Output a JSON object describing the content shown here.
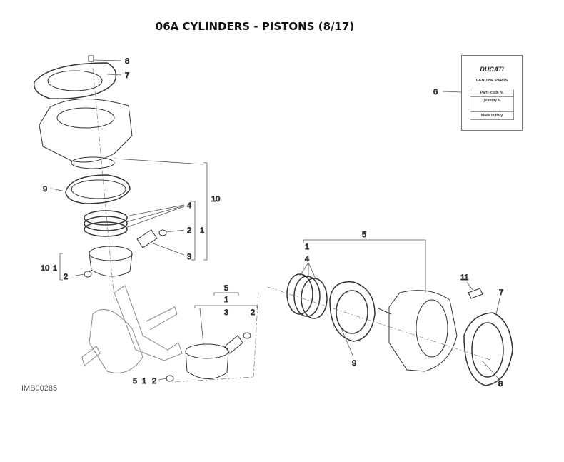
{
  "title": "06A CYLINDERS - PISTONS (8/17)",
  "image_code": "IMB00285",
  "label_box": {
    "brand": "DUCATI",
    "subtitle": "GENUINE PARTS",
    "rows": [
      "Part - code N.",
      "Quantity N.",
      "Made in Italy"
    ]
  },
  "callouts": [
    "8",
    "7",
    "6",
    "9",
    "10",
    "4",
    "2",
    "1",
    "3",
    "10",
    "1",
    "2",
    "5",
    "1",
    "3",
    "2",
    "5",
    "1",
    "2",
    "5",
    "1",
    "4",
    "9",
    "11",
    "7",
    "8"
  ]
}
